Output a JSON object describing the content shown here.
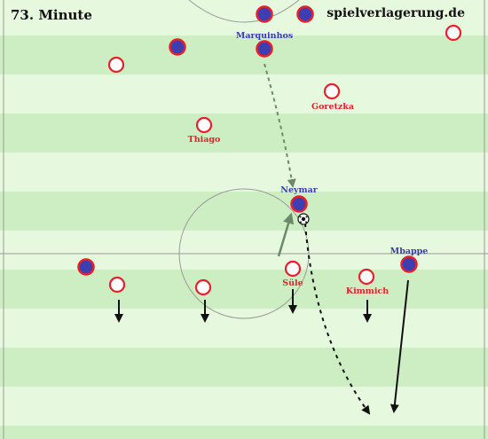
{
  "header": {
    "minute_label": "73. Minute",
    "site_label": "spielverlagerung.de"
  },
  "colors": {
    "pitch_light": "#e6f8de",
    "pitch_dark": "#cdeec2",
    "red_team": "#e8202a",
    "blue_team_fill": "#3d3fb0",
    "blue_label": "#3a3ab8",
    "line": "#9a9a9a",
    "arrow_dark": "#111111",
    "arrow_gray": "#6a8a6a"
  },
  "players": {
    "red": [
      {
        "name": "",
        "label": ""
      },
      {
        "name": "Goretzka",
        "label": "Goretzka"
      },
      {
        "name": "Thiago",
        "label": "Thiago"
      },
      {
        "name": "",
        "label": ""
      },
      {
        "name": "",
        "label": ""
      },
      {
        "name": "Süle",
        "label": "Süle"
      },
      {
        "name": "Kimmich",
        "label": "Kimmich"
      },
      {
        "name": "",
        "label": ""
      }
    ],
    "blue": [
      {
        "name": "",
        "label": ""
      },
      {
        "name": "",
        "label": ""
      },
      {
        "name": "",
        "label": ""
      },
      {
        "name": "Marquinhos",
        "label": "Marquinhos"
      },
      {
        "name": "Neymar",
        "label": "Neymar"
      },
      {
        "name": "Mbappe",
        "label": "Mbappe"
      },
      {
        "name": "",
        "label": ""
      }
    ]
  }
}
